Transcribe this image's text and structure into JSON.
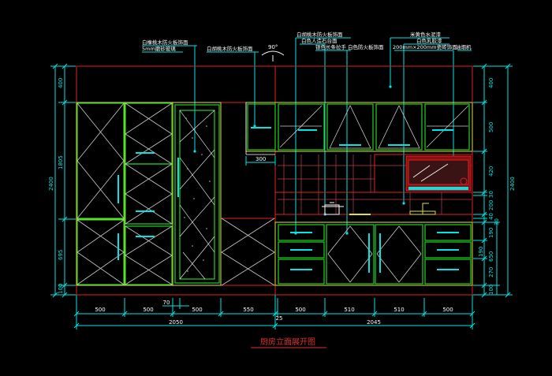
{
  "title": "厨房立面展开图",
  "notes_top_left": [
    "白橡桃木防火板饰面",
    "5mm磨砂玻璃"
  ],
  "notes_top_mid": "白胡桃木防火板饰面",
  "angle": "90°",
  "notes_top_right_a": [
    "白胡桃木防火板饰面",
    "白色人造石台面",
    "银色长条拉手",
    "白色防火板饰面"
  ],
  "notes_top_right_b": [
    "米黄色水泥漆",
    "白色乳胶漆",
    "200mm×200mm瓷砖饰面"
  ],
  "note_hood": "油烟机",
  "dim_left": [
    "400",
    "1805",
    "695",
    "100"
  ],
  "dim_left_total": "2400",
  "dim_right": [
    "400",
    "500",
    "420",
    "30",
    "200",
    "40",
    "30",
    "190",
    "190",
    "270",
    "100"
  ],
  "dim_right_sub": "650",
  "dim_right_total": "2400",
  "dim_300": "300",
  "dim_bottom_row1": [
    "500",
    "500",
    "500",
    "550",
    "500",
    "510",
    "510",
    "500"
  ],
  "dim_70": "70",
  "dim_25": "25",
  "dim_bottom_row2": [
    "2050",
    "2045"
  ],
  "colors": {
    "dim": "#00e5e5",
    "frame": "#e0e03a",
    "cabinet": "#22d022",
    "red": "#e02020",
    "white": "#ffffff",
    "pink": "#d05060"
  }
}
